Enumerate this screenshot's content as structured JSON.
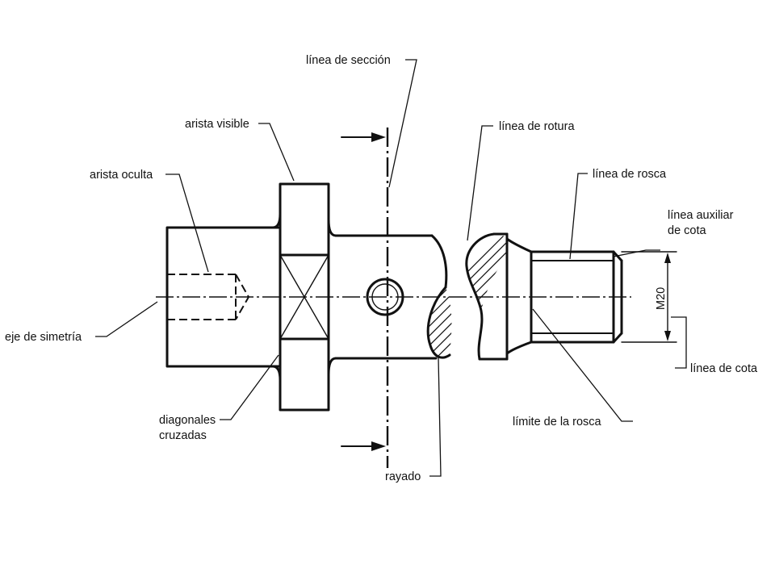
{
  "labels": {
    "linea_seccion": "línea de sección",
    "arista_visible": "arista visible",
    "arista_oculta": "arista oculta",
    "eje_simetria": "eje de simetría",
    "diagonales_1": "diagonales",
    "diagonales_2": "cruzadas",
    "rayado": "rayado",
    "linea_rotura": "línea de rotura",
    "linea_rosca": "línea de rosca",
    "linea_auxiliar_1": "línea auxiliar",
    "linea_auxiliar_2": "de cota",
    "linea_cota": "línea de cota",
    "limite_rosca": "límite de la rosca",
    "dimension": "M20"
  },
  "colors": {
    "ink": "#111111",
    "background": "#ffffff"
  }
}
